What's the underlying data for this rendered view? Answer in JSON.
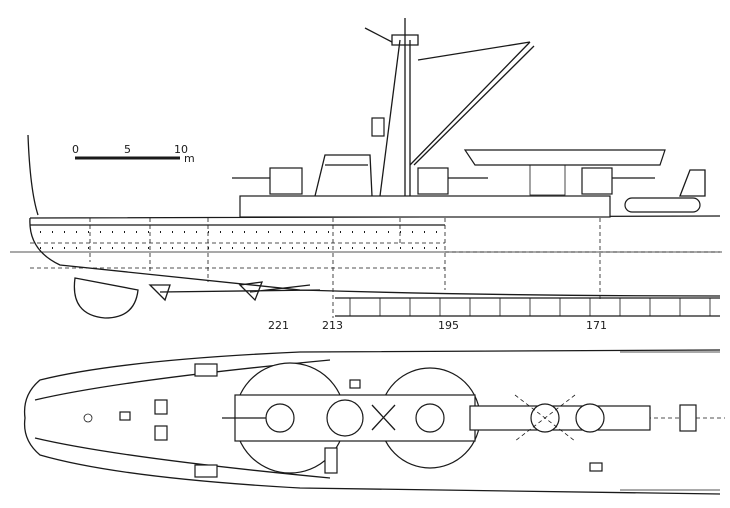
{
  "scale_bar": {
    "ticks": [
      "0",
      "5",
      "10"
    ],
    "unit": "m"
  },
  "frame_labels": [
    "221",
    "213",
    "195",
    "171"
  ]
}
